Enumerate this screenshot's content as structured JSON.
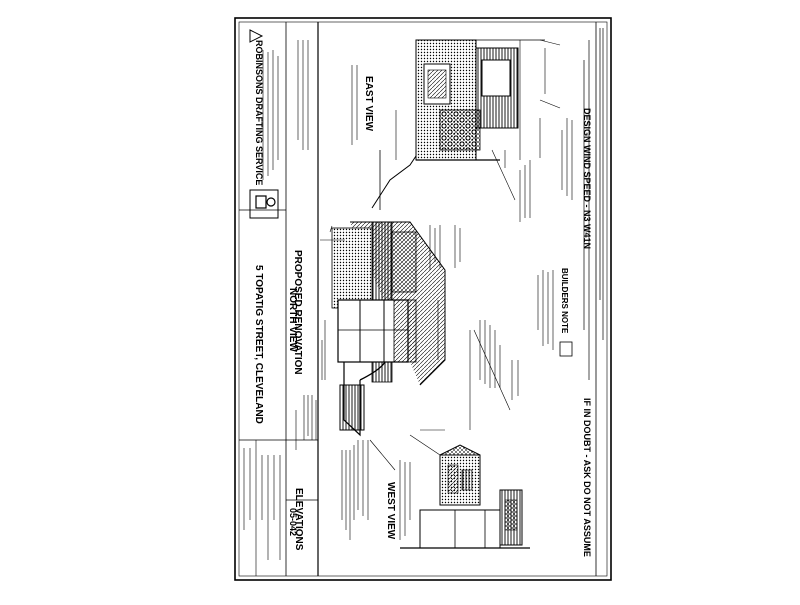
{
  "title_block": {
    "firm": "ROBINSONS DRAFTING SERVICE",
    "project": "PROPOSED RENOVATION",
    "address": "5 TOPATIG STREET, CLEVELAND",
    "sheet_title": "ELEVATIONS",
    "job_no": "05-042"
  },
  "notices": {
    "wind": "DESIGN WIND SPEED - N3 W41N",
    "doubt": "IF IN DOUBT - ASK DO NOT ASSUME",
    "builders_note": "BUILDERS NOTE"
  },
  "views": {
    "east": "EAST VIEW",
    "north": "NORTH VIEW",
    "west": "WEST VIEW"
  }
}
